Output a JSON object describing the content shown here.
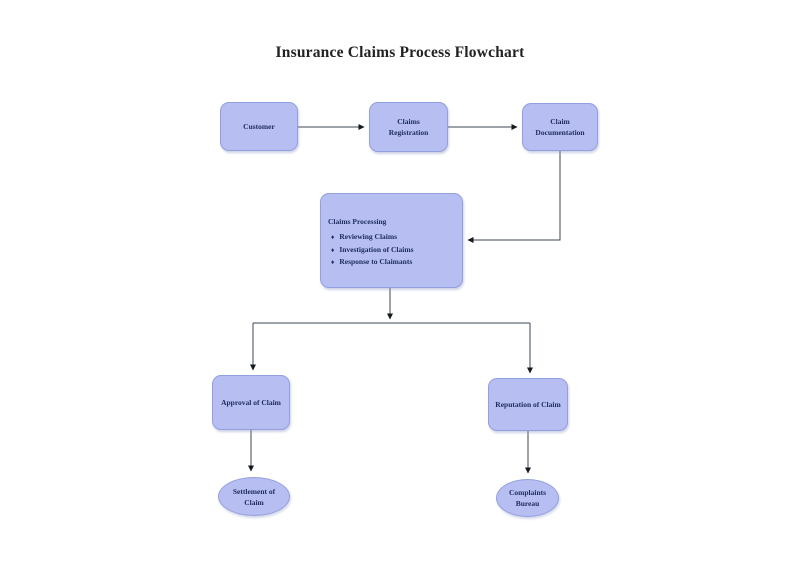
{
  "title": "Insurance Claims Process Flowchart",
  "colors": {
    "background": "#ffffff",
    "node_fill": "#b6bef2",
    "node_border": "#93a0de",
    "node_text": "#1e2b5e",
    "title_text": "#222222",
    "connector_line": "#3d4755",
    "arrowhead": "#14191f"
  },
  "diagram": {
    "nodes": {
      "customer": {
        "label": "Customer",
        "shape": "rounded-rect"
      },
      "claims_registration": {
        "label": "Claims Registration",
        "shape": "rounded-rect"
      },
      "claim_documentation": {
        "label": "Claim Documentation",
        "shape": "rounded-rect"
      },
      "claims_processing": {
        "heading": "Claims Processing",
        "bullet_glyph": "♦",
        "bullets": [
          "Reviewing Claims",
          "Investigation of Claims",
          "Response to Claimants"
        ],
        "shape": "rounded-rect"
      },
      "approval_of_claim": {
        "label": "Approval of Claim",
        "shape": "rounded-rect"
      },
      "reputation_of_claim": {
        "label": "Reputation of Claim",
        "shape": "rounded-rect"
      },
      "settlement_of_claim": {
        "label": "Settlement of Claim",
        "shape": "ellipse"
      },
      "complaints_bureau": {
        "label": "Complaints Bureau",
        "shape": "ellipse"
      }
    },
    "edges": [
      {
        "from": "customer",
        "to": "claims_registration"
      },
      {
        "from": "claims_registration",
        "to": "claim_documentation"
      },
      {
        "from": "claim_documentation",
        "to": "claims_processing"
      },
      {
        "from": "claims_processing",
        "to": "approval_of_claim"
      },
      {
        "from": "claims_processing",
        "to": "reputation_of_claim"
      },
      {
        "from": "approval_of_claim",
        "to": "settlement_of_claim"
      },
      {
        "from": "reputation_of_claim",
        "to": "complaints_bureau"
      }
    ]
  }
}
